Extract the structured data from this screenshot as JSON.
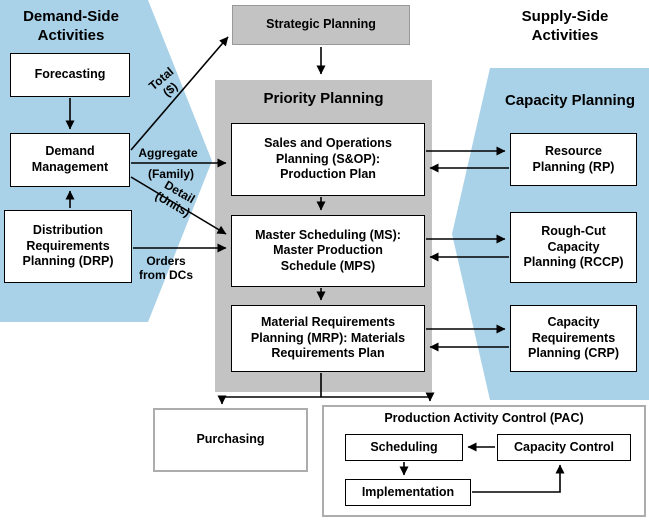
{
  "colors": {
    "panel_blue": "#A9D2E8",
    "box_gray": "#C3C3C3"
  },
  "demand_side": {
    "title": "Demand-Side\nActivities",
    "forecasting": "Forecasting",
    "demand_management": "Demand\nManagement",
    "drp": "Distribution\nRequirements\nPlanning (DRP)",
    "labels": {
      "total": "Total\n($)",
      "aggregate": "Aggregate",
      "family": "(Family)",
      "detail": "Detail\n(Units)",
      "orders_from_dcs": "Orders\nfrom DCs"
    }
  },
  "strategic_planning": {
    "title": "Strategic Planning"
  },
  "priority_planning": {
    "title": "Priority Planning",
    "sop": "Sales and Operations\nPlanning (S&OP):\nProduction Plan",
    "ms": "Master Scheduling (MS):\nMaster Production\nSchedule (MPS)",
    "mrp": "Material Requirements\nPlanning (MRP): Materials\nRequirements Plan"
  },
  "supply_side": {
    "title": "Supply-Side\nActivities",
    "capacity_planning": "Capacity Planning",
    "rp": "Resource\nPlanning (RP)",
    "rccp": "Rough-Cut\nCapacity\nPlanning (RCCP)",
    "crp": "Capacity\nRequirements\nPlanning (CRP)"
  },
  "execution": {
    "purchasing": "Purchasing",
    "pac_title": "Production Activity Control (PAC)",
    "scheduling": "Scheduling",
    "capacity_control": "Capacity Control",
    "implementation": "Implementation"
  }
}
